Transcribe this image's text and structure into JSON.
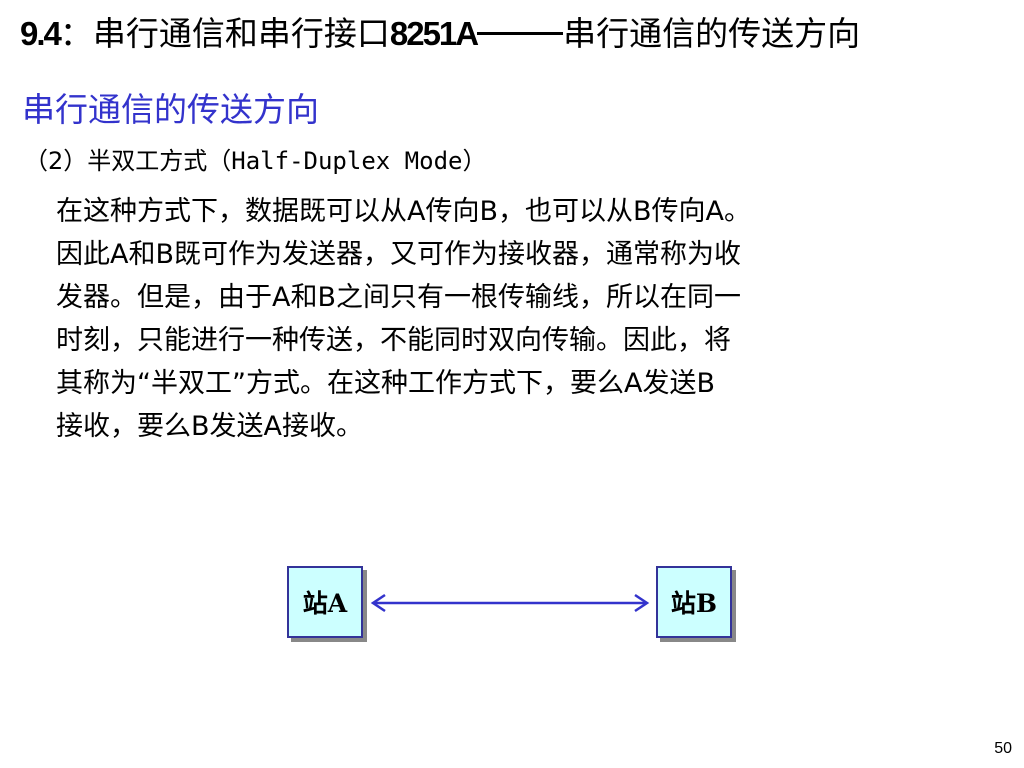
{
  "title": {
    "number": "9.4",
    "colon": "：",
    "text1": "串行通信和串行接口",
    "chip": "8251A",
    "text2": "串行通信的传送方向"
  },
  "section_heading": "串行通信的传送方向",
  "sub_heading": {
    "prefix": "（2）半双工方式（",
    "english": "Half-Duplex Mode",
    "suffix": "）"
  },
  "body_lines": [
    "在这种方式下，数据既可以从A传向B，也可以从B传向A。",
    "因此A和B既可作为发送器，又可作为接收器，通常称为收",
    "发器。但是，由于A和B之间只有一根传输线，所以在同一",
    "时刻，只能进行一种传送，不能同时双向传输。因此，将",
    "其称为“半双工”方式。在这种工作方式下，要么A发送B",
    "接收，要么B发送A接收。"
  ],
  "diagram": {
    "station_a": "站A",
    "station_b": "站B",
    "colors": {
      "box_fill": "#ccffff",
      "box_border": "#333399",
      "arrow": "#3333cc"
    }
  },
  "colors": {
    "heading": "#3333cc",
    "text": "#000000"
  },
  "page_number": "50"
}
